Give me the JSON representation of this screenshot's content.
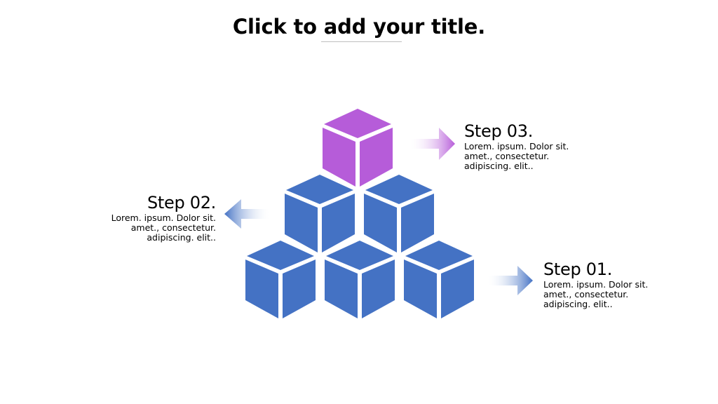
{
  "slide": {
    "title": "Click to add your title."
  },
  "colors": {
    "cube_blue": "#4472c4",
    "cube_purple": "#b65cd9",
    "arrow_blue": "#4472c4",
    "arrow_purple": "#b65cd9"
  },
  "steps": [
    {
      "heading": "Step 01.",
      "line1": "Lorem. ipsum. Dolor sit.",
      "line2": "amet., consectetur.",
      "line3": "adipiscing. elit.."
    },
    {
      "heading": "Step 02.",
      "line1": "Lorem. ipsum. Dolor sit.",
      "line2": "amet., consectetur.",
      "line3": "adipiscing. elit.."
    },
    {
      "heading": "Step 03.",
      "line1": "Lorem. ipsum. Dolor sit.",
      "line2": "amet., consectetur.",
      "line3": "adipiscing. elit.."
    }
  ]
}
